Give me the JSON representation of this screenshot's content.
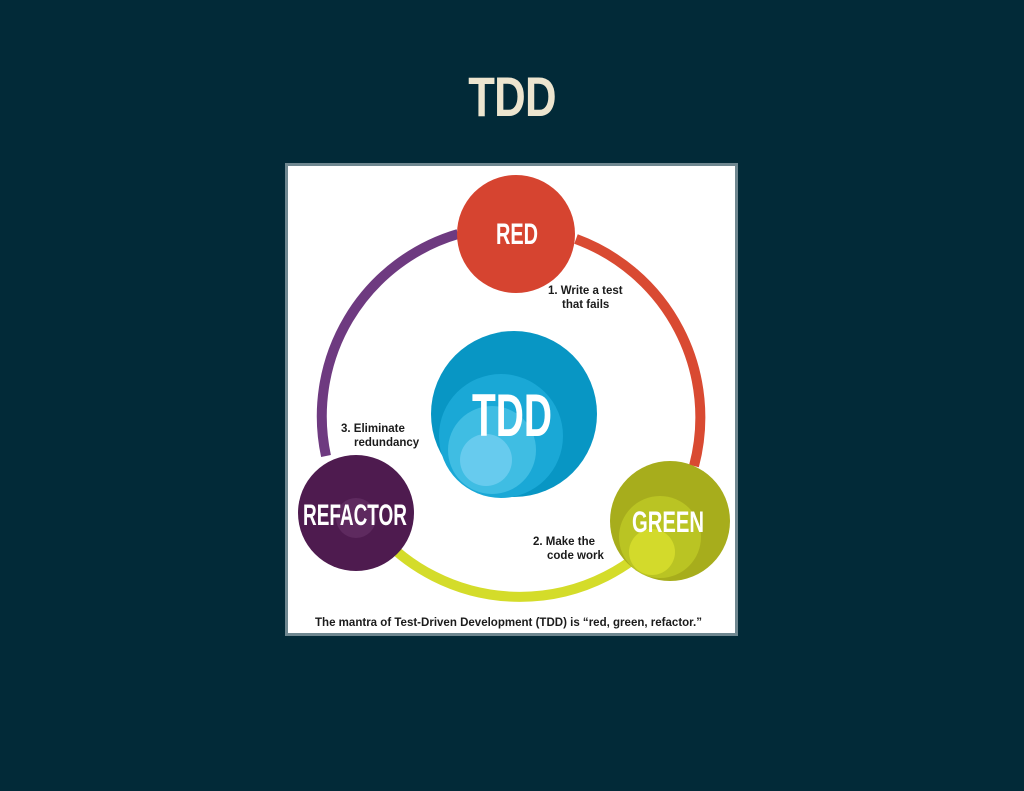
{
  "slide": {
    "title": "TDD"
  },
  "diagram": {
    "center_label": "TDD",
    "nodes": {
      "red": {
        "label": "RED",
        "color": "#d64430"
      },
      "green": {
        "label": "GREEN",
        "color": "#a7ad1c"
      },
      "refactor": {
        "label": "REFACTOR",
        "color": "#4e1b4f"
      }
    },
    "steps": {
      "write_test": {
        "line1": "1. Write a test",
        "line2": "that fails"
      },
      "make_work": {
        "line1": "2. Make the",
        "line2": "code work"
      },
      "eliminate": {
        "line1": "3. Eliminate",
        "line2": "redundancy"
      }
    },
    "caption": "The mantra of Test-Driven Development (TDD) is “red, green, refactor.”",
    "colors": {
      "ring_red": "#d94a32",
      "ring_yellow": "#d4dc2a",
      "ring_purple": "#6e3a80",
      "center_blue": "#0696c4"
    }
  }
}
